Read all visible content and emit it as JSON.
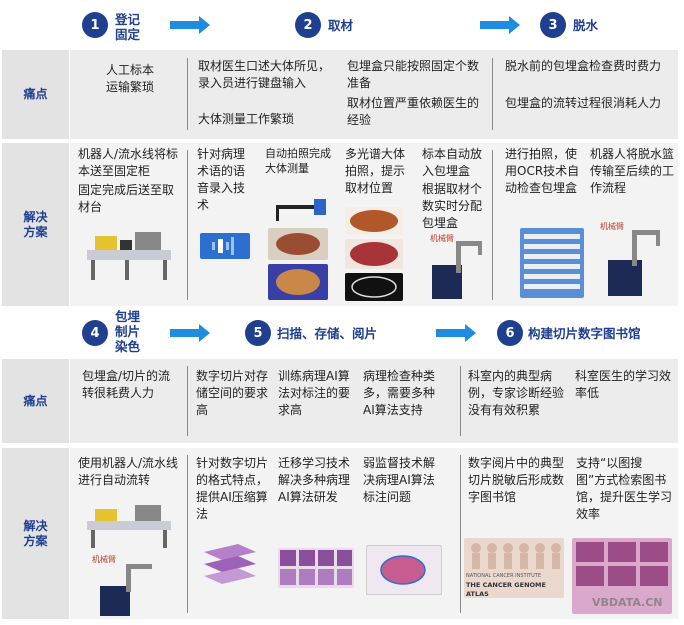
{
  "stages": [
    {
      "num": "1",
      "label": "登记\n固定"
    },
    {
      "num": "2",
      "label": "取材"
    },
    {
      "num": "3",
      "label": "脱水"
    },
    {
      "num": "4",
      "label": "包埋\n制片\n染色"
    },
    {
      "num": "5",
      "label": "扫描、存储、阅片"
    },
    {
      "num": "6",
      "label": "构建切片数字图书馆"
    }
  ],
  "row_labels": {
    "pain": "痛点",
    "solution": "解决\n方案"
  },
  "top": {
    "pain": [
      "人工标本\n运输繁琐",
      "取材医生口述大体所见，录入员进行键盘输入",
      "大体测量工作繁琐",
      "包埋盒只能按照固定个数准备",
      "取材位置严重依赖医生的经验",
      "脱水前的包埋盒检查费时费力",
      "包埋盒的流转过程很消耗人力"
    ],
    "solution": [
      "机器人/流水线将标本送至固定柜",
      "固定完成后送至取材台",
      "针对病理术语的语音录入技术",
      "自动拍照完成大体测量",
      "多光谱大体拍照，提示取材位置",
      "标本自动放入包埋盒",
      "根据取材个数实时分配包埋盒",
      "进行拍照，使用OCR技术自动检查包埋盒",
      "机器人将脱水篮传输至后续的工作流程"
    ]
  },
  "bottom": {
    "pain": [
      "包埋盒/切片的流转很耗费人力",
      "数字切片对存储空间的要求高",
      "训练病理AI算法对标注的要求高",
      "病理检查种类多，需要多种AI算法支持",
      "科室内的典型病例，专家诊断经验没有有效积累",
      "科室医生的学习效率低"
    ],
    "solution": [
      "使用机器人/流水线进行自动流转",
      "针对数字切片的格式特点，提供AI压缩算法",
      "迁移学习技术解决多种病理AI算法研发",
      "弱监督技术解决病理AI算法标注问题",
      "数字阅片中的典型切片脱敏后形成数字图书馆",
      "支持“以图搜图”方式检索图书馆，提升医生学习效率"
    ]
  },
  "image_labels": {
    "robot_tag": "机械臂",
    "tcga_line1": "NATIONAL CANCER INSTITUTE",
    "tcga_line2": "THE CANCER GENOME ATLAS"
  },
  "watermark": "VBDATA.CN",
  "colors": {
    "accent": "#1f3f8f",
    "arrow": "#1e8de0",
    "band": "#ececec",
    "label_bg": "#e3e3e3"
  }
}
